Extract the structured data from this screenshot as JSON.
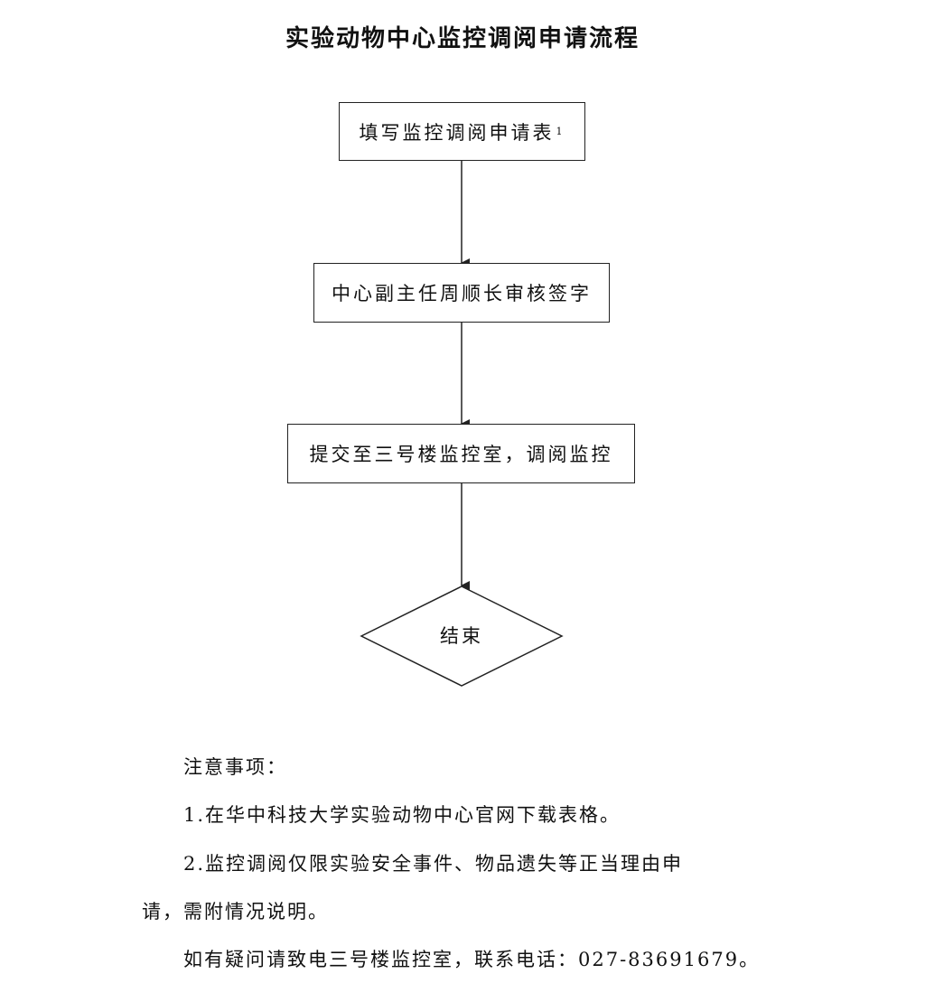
{
  "title": "实验动物中心监控调阅申请流程",
  "flow": {
    "steps": [
      {
        "label": "填写监控调阅申请表",
        "superscript": "1"
      },
      {
        "label": "中心副主任周顺长审核签字"
      },
      {
        "label": "提交至三号楼监控室，调阅监控"
      }
    ],
    "end_label": "结束"
  },
  "notes": {
    "heading": "注意事项：",
    "item1": "1.在华中科技大学实验动物中心官网下载表格。",
    "item2_line1": "2.监控调阅仅限实验安全事件、物品遗失等正当理由申",
    "item2_line2": "请，需附情况说明。",
    "contact": "如有疑问请致电三号楼监控室，联系电话：027-83691679。"
  }
}
